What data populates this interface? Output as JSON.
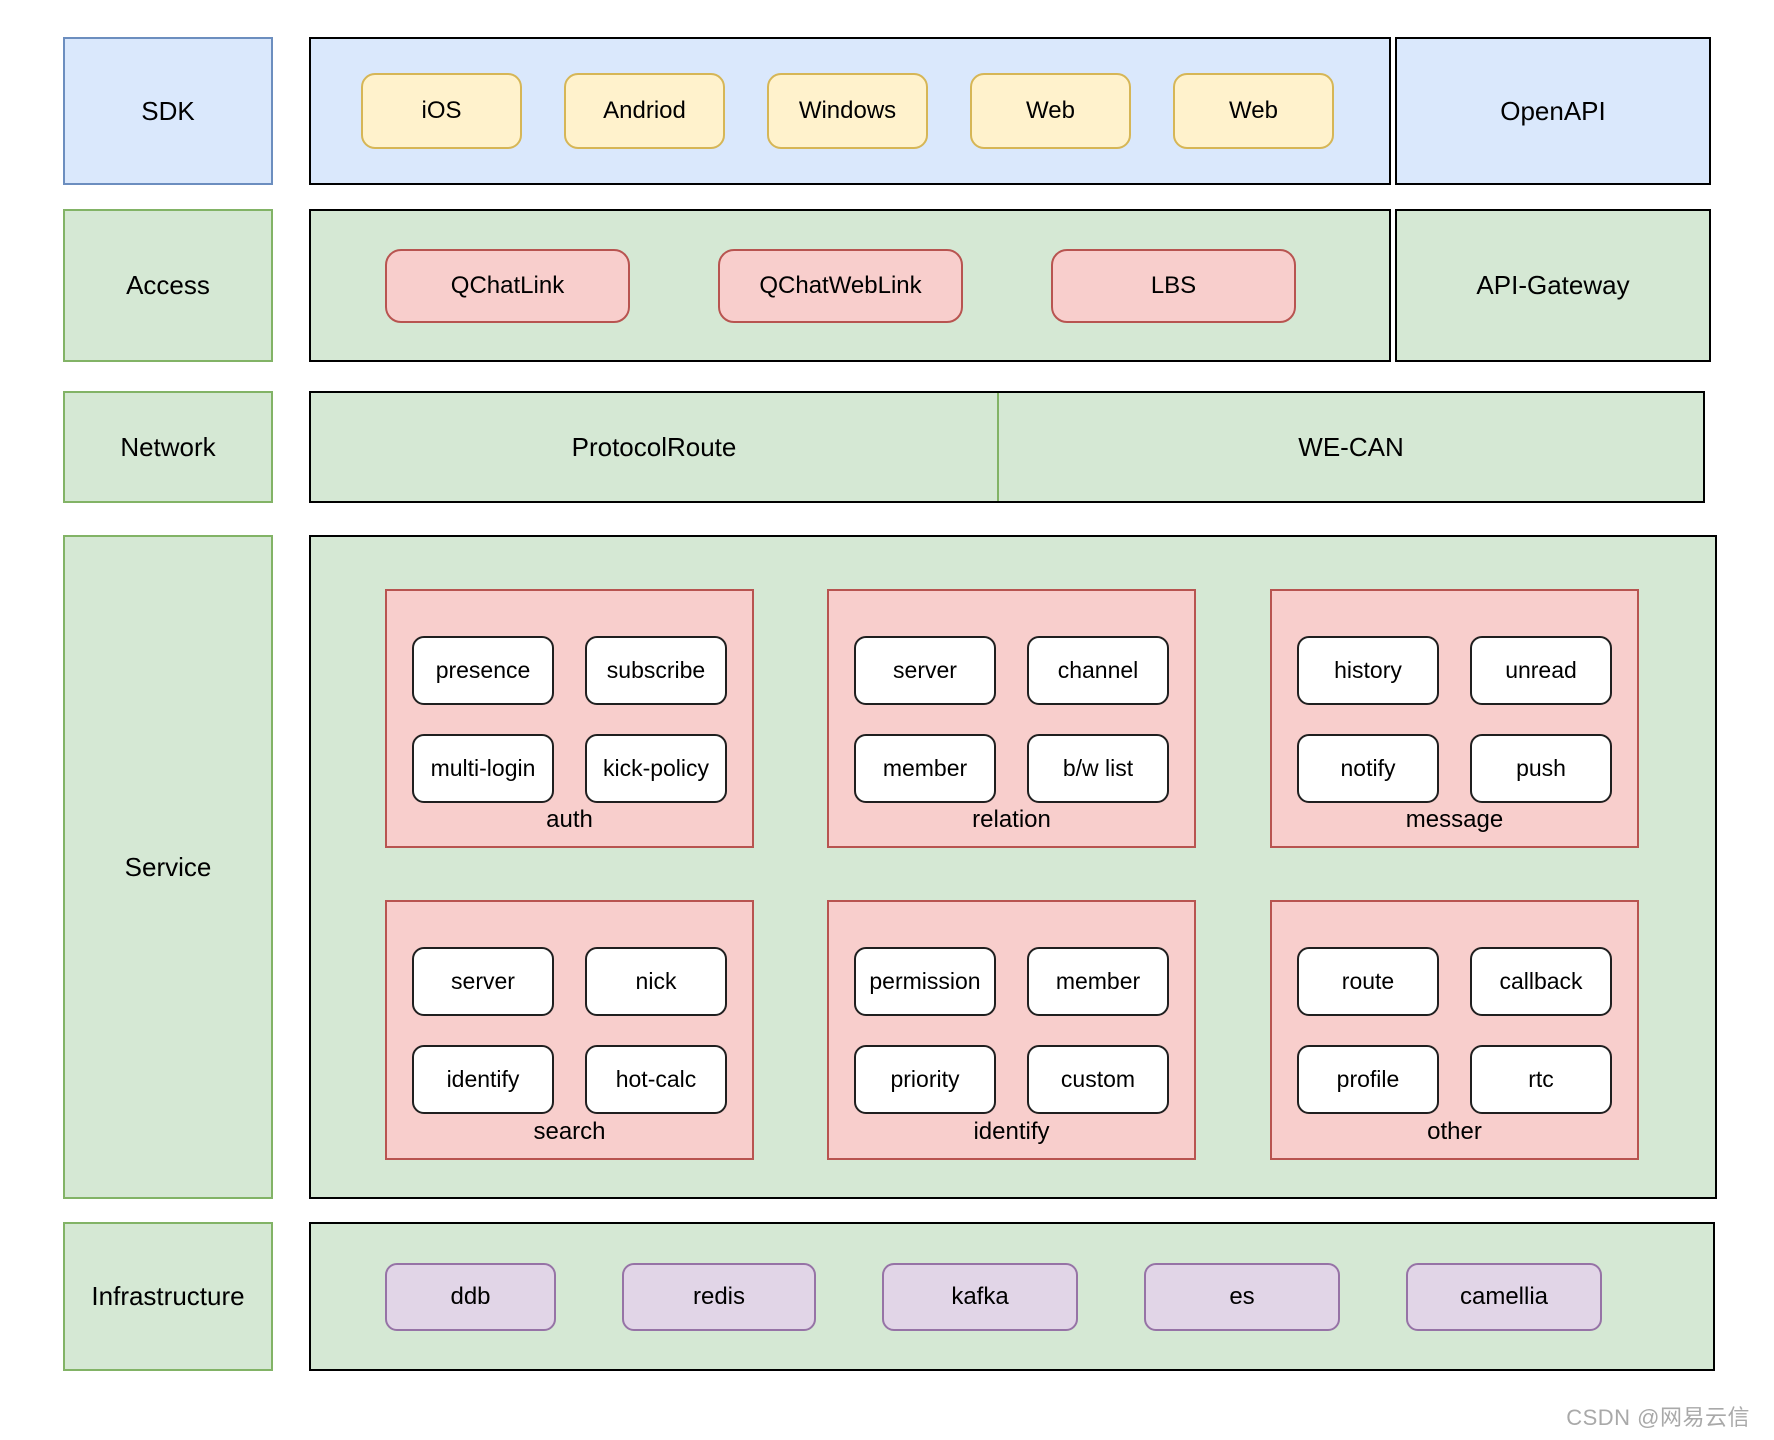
{
  "colors": {
    "blue_fill": "#dae8fc",
    "blue_border": "#6c8ebf",
    "green_fill": "#d5e8d4",
    "green_border": "#82b366",
    "yellow_fill": "#fff2cc",
    "yellow_border": "#d6b656",
    "red_fill": "#f8cecc",
    "red_border": "#b85450",
    "purple_fill": "#e1d5e7",
    "purple_border": "#9673a6"
  },
  "layers": {
    "sdk": {
      "label": "SDK",
      "platforms": [
        "iOS",
        "Andriod",
        "Windows",
        "Web",
        "Web"
      ],
      "right": "OpenAPI"
    },
    "access": {
      "label": "Access",
      "items": [
        "QChatLink",
        "QChatWebLink",
        "LBS"
      ],
      "right": "API-Gateway"
    },
    "network": {
      "label": "Network",
      "items": [
        "ProtocolRoute",
        "WE-CAN"
      ]
    },
    "service": {
      "label": "Service",
      "groups": [
        {
          "name": "auth",
          "items": [
            "presence",
            "subscribe",
            "multi-login",
            "kick-policy"
          ]
        },
        {
          "name": "relation",
          "items": [
            "server",
            "channel",
            "member",
            "b/w list"
          ]
        },
        {
          "name": "message",
          "items": [
            "history",
            "unread",
            "notify",
            "push"
          ]
        },
        {
          "name": "search",
          "items": [
            "server",
            "nick",
            "identify",
            "hot-calc"
          ]
        },
        {
          "name": "identify",
          "items": [
            "permission",
            "member",
            "priority",
            "custom"
          ]
        },
        {
          "name": "other",
          "items": [
            "route",
            "callback",
            "profile",
            "rtc"
          ]
        }
      ]
    },
    "infrastructure": {
      "label": "Infrastructure",
      "items": [
        "ddb",
        "redis",
        "kafka",
        "es",
        "camellia"
      ]
    }
  },
  "watermark": "CSDN @网易云信"
}
